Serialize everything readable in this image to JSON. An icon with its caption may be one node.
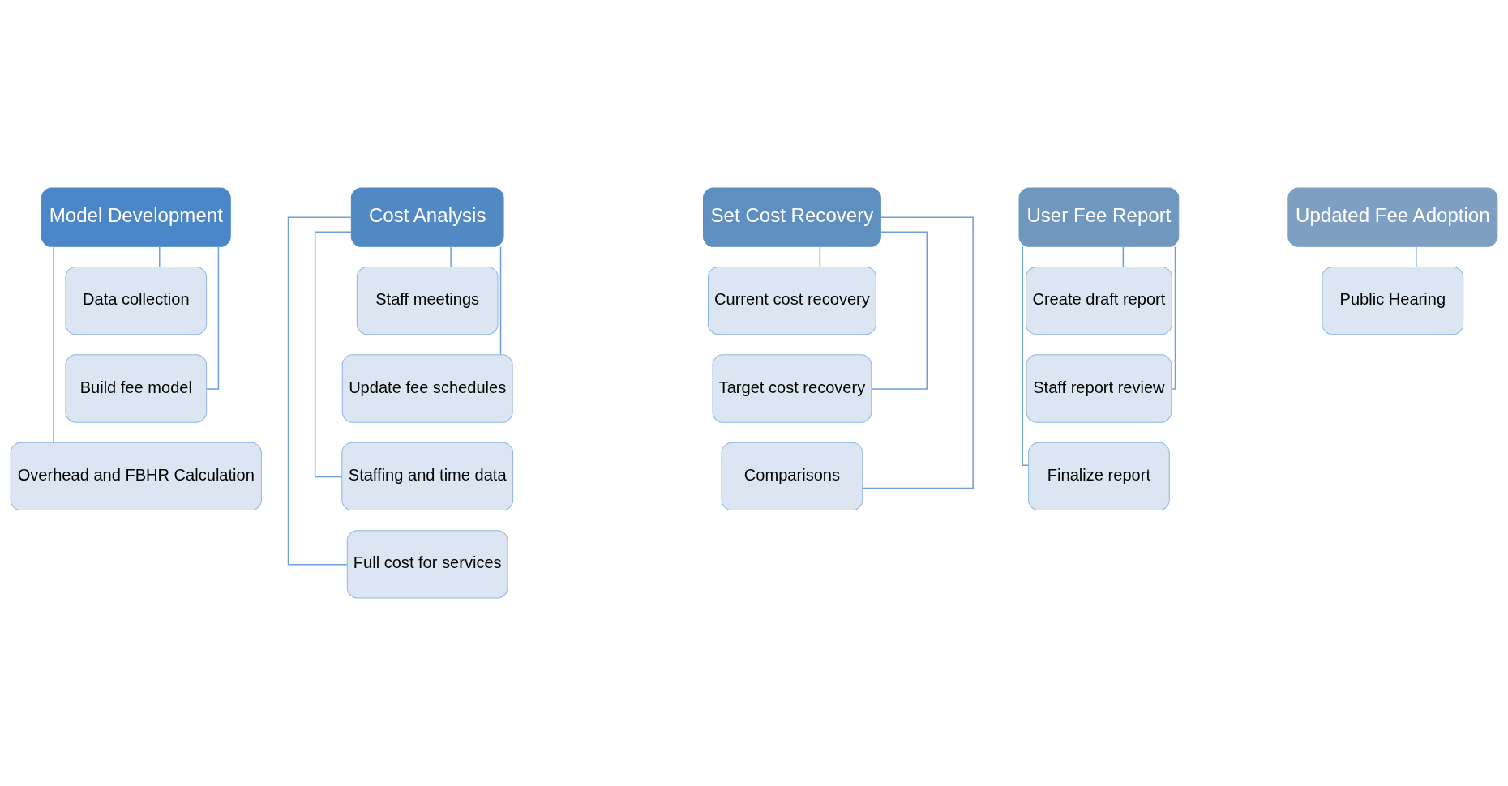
{
  "diagram": {
    "nodes": [
      {
        "text": [
          "Model Development"
        ]
      },
      {
        "text": [
          "Data collection"
        ]
      },
      {
        "text": [
          "Build fee model"
        ]
      },
      {
        "text": [
          "Overhead and FBHR Calculation"
        ]
      },
      {
        "text": [
          "Cost Analysis"
        ]
      },
      {
        "text": [
          "Staff meetings"
        ]
      },
      {
        "text": [
          "Update fee schedules"
        ]
      },
      {
        "text": [
          "Staffing and time data"
        ]
      },
      {
        "text": [
          "Full cost for services"
        ]
      },
      {
        "text": [
          "Set Cost Recovery"
        ]
      },
      {
        "text": [
          "Current cost recovery"
        ]
      },
      {
        "text": [
          "Target cost recovery"
        ]
      },
      {
        "text": [
          "Comparisons"
        ]
      },
      {
        "text": [
          "User Fee Report"
        ]
      },
      {
        "text": [
          "Create draft report"
        ]
      },
      {
        "text": [
          "Staff report review"
        ]
      },
      {
        "text": [
          "Finalize report"
        ]
      },
      {
        "text": [
          "Updated Fee Adoption"
        ]
      },
      {
        "text": [
          "Public Hearing"
        ]
      }
    ],
    "edges": [
      {
        "from": 0,
        "to": 1,
        "arrow": "none"
      },
      {
        "from": 0,
        "to": 2,
        "arrow": "none"
      },
      {
        "from": 0,
        "to": 3,
        "arrow": "none"
      },
      {
        "from": 4,
        "to": 5,
        "arrow": "none"
      },
      {
        "from": 4,
        "to": 6,
        "arrow": "none"
      },
      {
        "from": 4,
        "to": 7,
        "arrow": "none"
      },
      {
        "from": 4,
        "to": 8,
        "arrow": "none"
      },
      {
        "from": 9,
        "to": 10,
        "arrow": "none"
      },
      {
        "from": 9,
        "to": 11,
        "arrow": "none"
      },
      {
        "from": 9,
        "to": 12,
        "arrow": "none"
      },
      {
        "from": 13,
        "to": 14,
        "arrow": "none"
      },
      {
        "from": 13,
        "to": 15,
        "arrow": "none"
      },
      {
        "from": 13,
        "to": 16,
        "arrow": "none"
      },
      {
        "from": 17,
        "to": 18,
        "arrow": "none"
      }
    ]
  }
}
